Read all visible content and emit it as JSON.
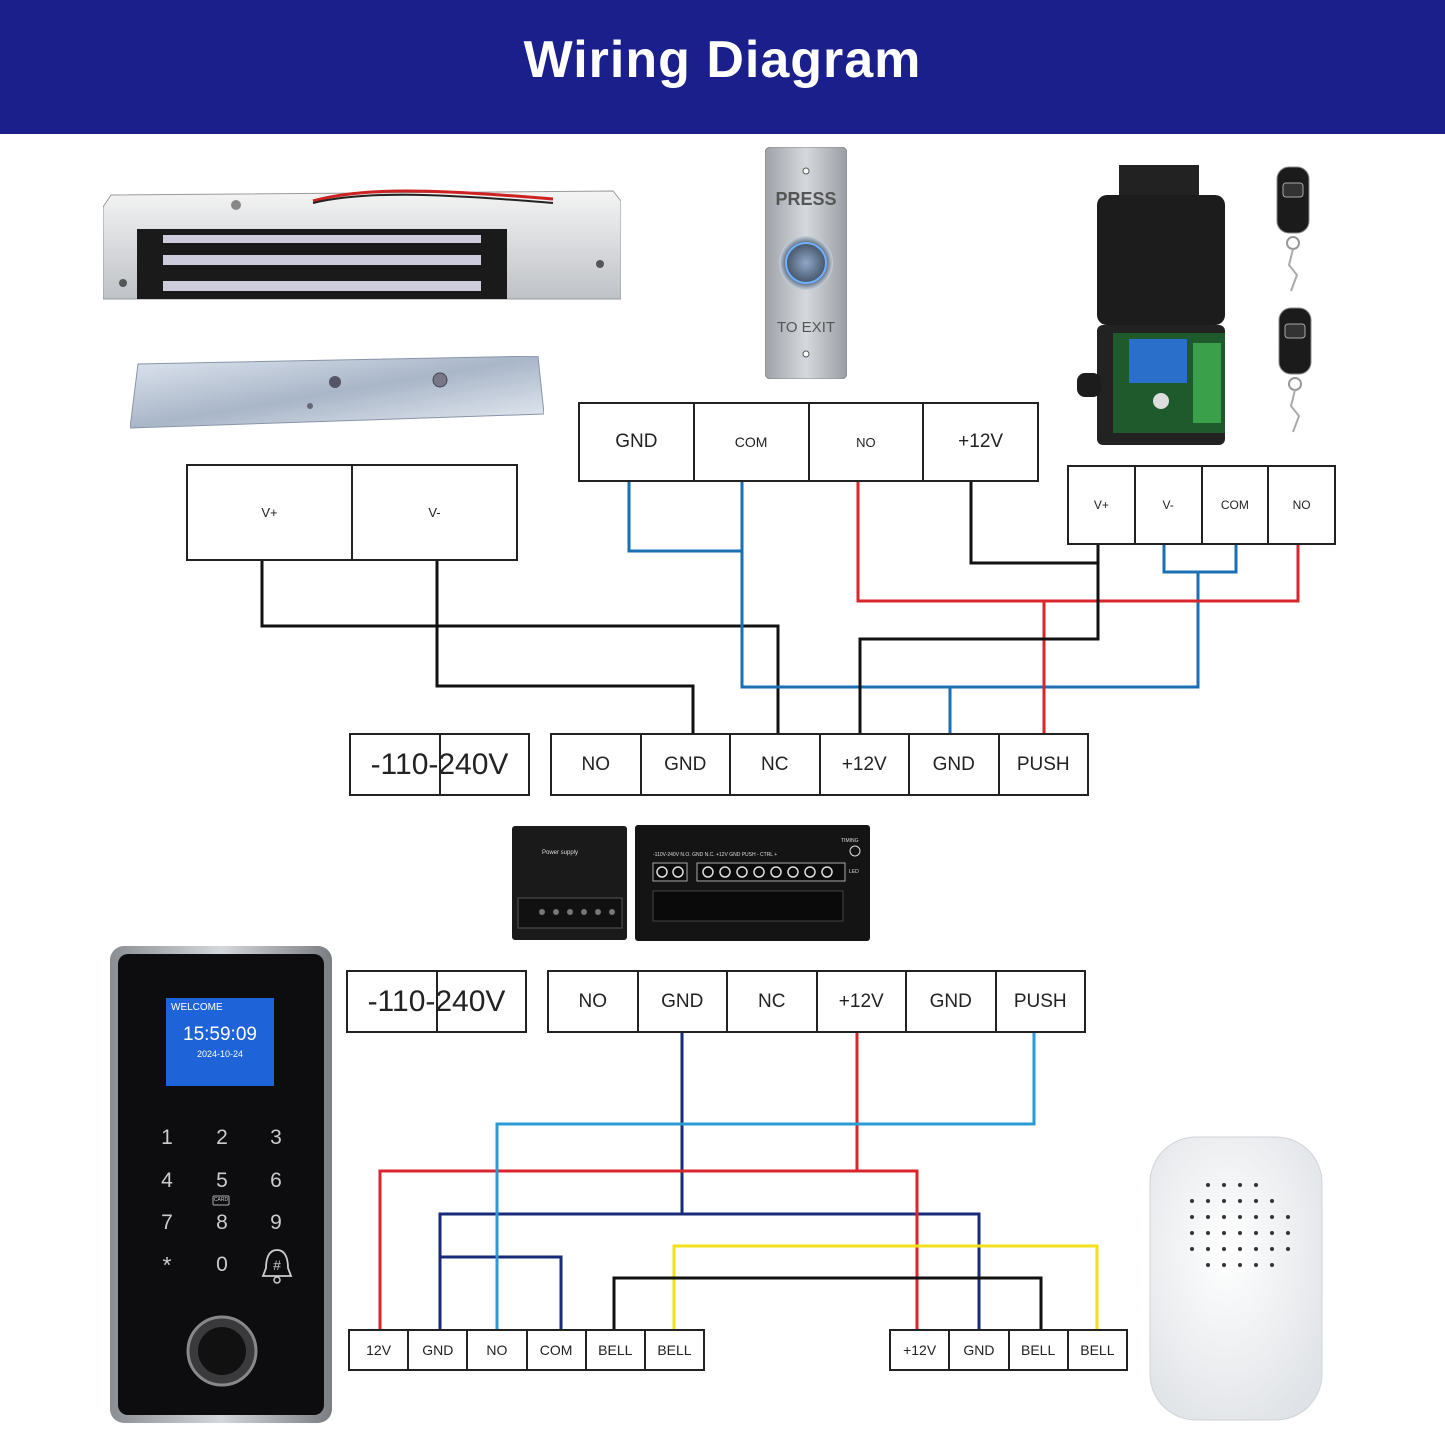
{
  "title": "Wiring Diagram",
  "exit_button": {
    "top_text": "PRESS",
    "bottom_text": "TO EXIT"
  },
  "lock_terminals": [
    "V+",
    "V-"
  ],
  "exit_terminals": [
    "GND",
    "COM",
    "NO",
    "+12V"
  ],
  "receiver_terminals": [
    "V+",
    "V-",
    "COM",
    "NO"
  ],
  "psu_top": {
    "voltage": "-110-240V",
    "terminals": [
      "NO",
      "GND",
      "NC",
      "+12V",
      "GND",
      "PUSH"
    ]
  },
  "psu_bottom": {
    "voltage": "-110-240V",
    "terminals": [
      "NO",
      "GND",
      "NC",
      "+12V",
      "GND",
      "PUSH"
    ]
  },
  "psu_unit": {
    "label": "Power supply",
    "terminal_row": "-110V-240V  N.O.  GND  N.C.  +12V  GND  PUSH  - CTRL +",
    "timing_label": "TIMING",
    "led_label": "LED"
  },
  "keypad": {
    "welcome": "WELCOME",
    "time": "15:59:09",
    "date": "2024-10-24",
    "keys": [
      "1",
      "2",
      "3",
      "4",
      "5",
      "6",
      "7",
      "8",
      "9",
      "*",
      "0",
      "#"
    ],
    "card_label": "CARD"
  },
  "keypad_terminals": [
    "12V",
    "GND",
    "NO",
    "COM",
    "BELL",
    "BELL"
  ],
  "bell_terminals": [
    "+12V",
    "GND",
    "BELL",
    "BELL"
  ],
  "colors": {
    "banner": "#1a1f8c",
    "black": "#111111",
    "blue": "#1a6fb5",
    "red": "#d8262c",
    "navy": "#1a2a7a",
    "cyan": "#2a9bd6",
    "yellow": "#f2e01a"
  }
}
